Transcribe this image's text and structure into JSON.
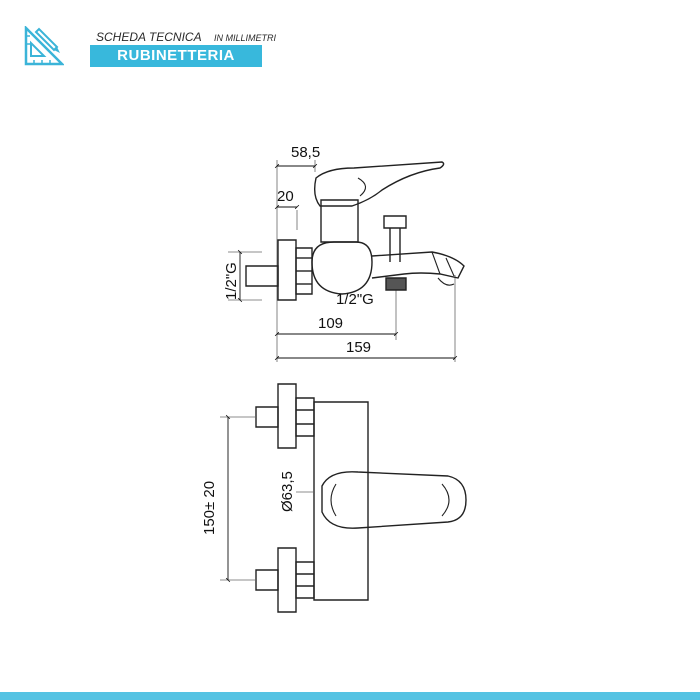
{
  "header": {
    "title": "SCHEDA TECNICA",
    "subtitle": "IN MILLIMETRI",
    "category": "RUBINETTERIA",
    "logo_icon": "ruler-pencil-icon",
    "accent_color": "#38b8dc"
  },
  "side_view": {
    "dim_width_top": "58,5",
    "dim_wall_depth": "20",
    "dim_inlet_thread": "1/2\"G",
    "dim_outlet_thread": "1/2\"G",
    "dim_outlet_reach": "109",
    "dim_total_reach": "159"
  },
  "front_view": {
    "dim_inlet_spacing": "150± 20",
    "dim_body_diameter": "Ø63,5"
  },
  "footer": {
    "bar_color": "#55c3e3"
  }
}
